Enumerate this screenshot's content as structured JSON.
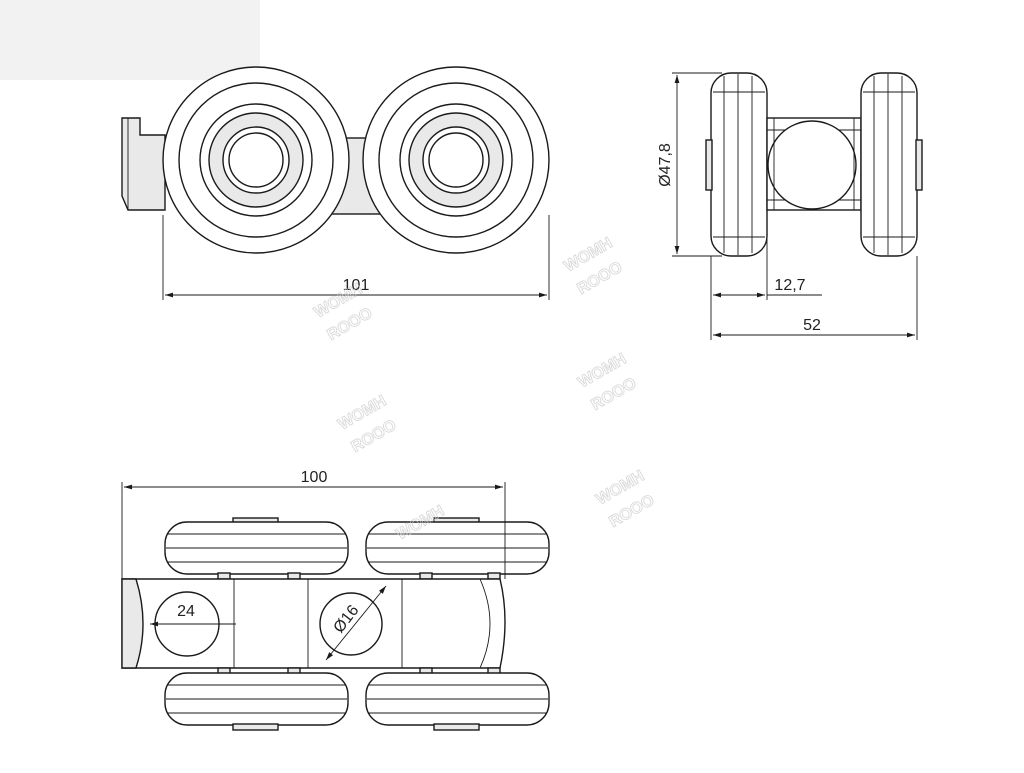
{
  "dimensions": {
    "front_width": "101",
    "side_diameter": "Ø47,8",
    "side_offset": "12,7",
    "side_width": "52",
    "bottom_width": "100",
    "bottom_hole_large": "24",
    "bottom_hole_small": "Ø16"
  },
  "watermark": {
    "line1": "WOMH",
    "line2": "ROOO"
  }
}
